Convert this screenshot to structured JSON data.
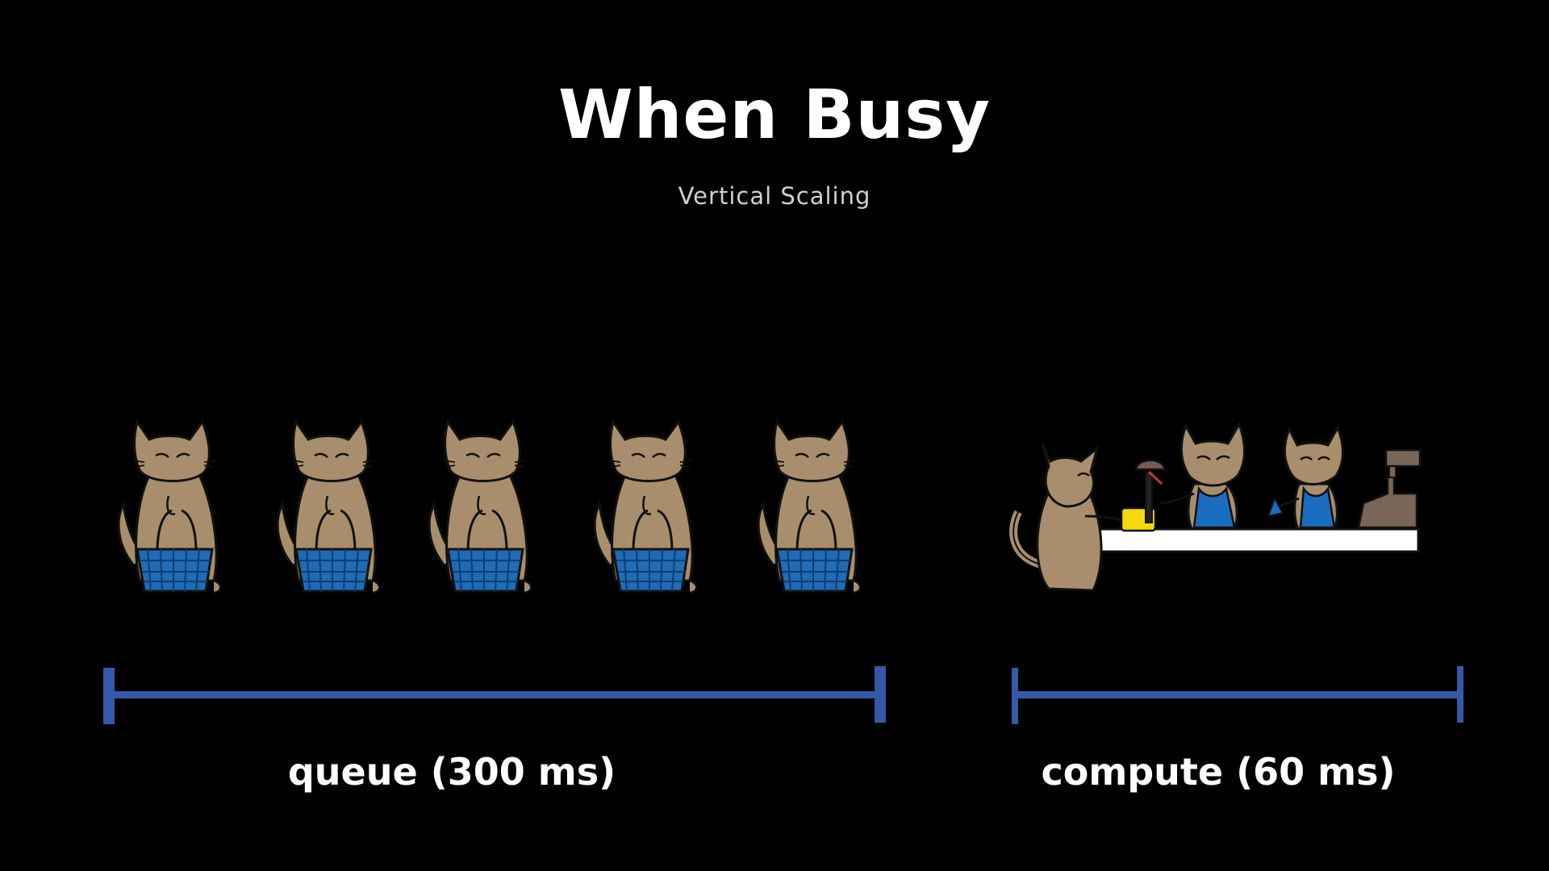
{
  "slide": {
    "title": "When Busy",
    "subtitle": "Vertical Scaling"
  },
  "queue": {
    "label": "queue (300 ms)",
    "waiting_customers": 5
  },
  "compute": {
    "label": "compute (60 ms)",
    "cashiers": 2
  },
  "colors": {
    "background": "#000000",
    "cat_fur": "#a88e6c",
    "basket": "#1f6bb5",
    "apron": "#1a6cc0",
    "timeline": "#3558a8",
    "item": "#f5d90f",
    "register": "#7a6656"
  }
}
